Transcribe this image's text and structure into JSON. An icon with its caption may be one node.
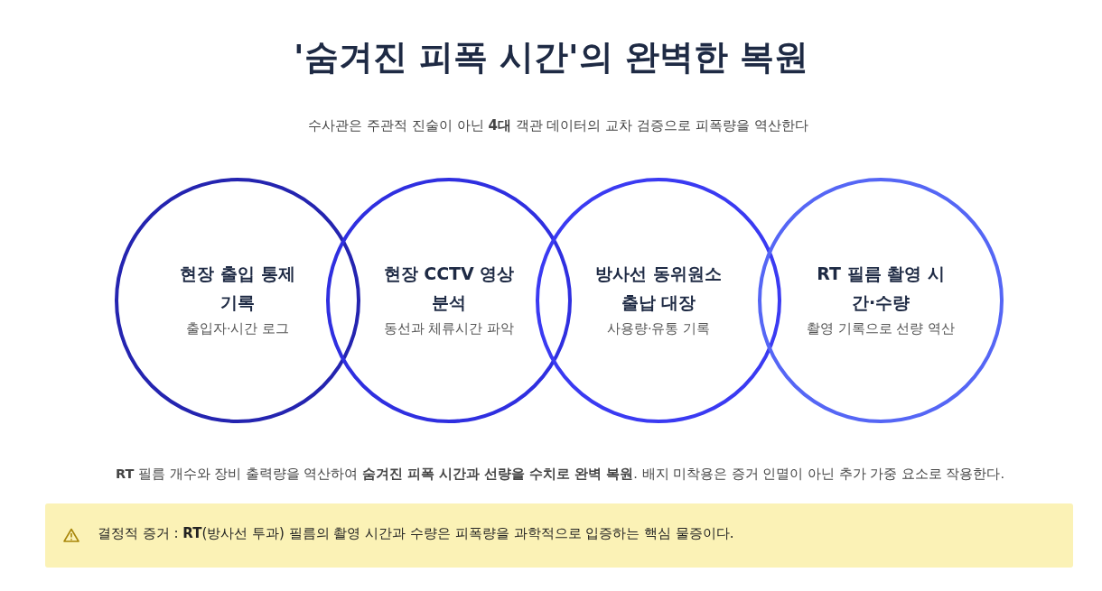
{
  "diagram": {
    "title": "'숨겨진 피폭 시간'의 완벽한 복원",
    "nodes": [
      {
        "text": [
          "현장 출입 통제 기록",
          "출입자·시간 로그"
        ]
      },
      {
        "text": [
          "현장 CCTV 영상 분석",
          "동선과 체류시간 파악"
        ]
      },
      {
        "text": [
          "방사선 동위원소 출납 대장",
          "사용량·유통 기록"
        ]
      },
      {
        "text": [
          "RT 필름 촬영 시간·수량",
          "촬영 기록으로 선량 역산"
        ]
      },
      {
        "text": [
          "결정적 증거 : **RT**(방사선 투과) 필름의 촬영 시간과 수량은 피폭량을 과학적으로 입증하는 핵심 물증이다."
        ]
      }
    ],
    "edges": [],
    "labels": [
      "수사관은 주관적 진술이 아닌 **4대** 객관 데이터의 교차 검증으로 피폭량을 역산한다",
      "**RT** 필름 개수와 장비 출력량을 역산하여 **숨겨진 피폭 시간과 선량을 수치로 완벽 복원**. 배지 미착용은 증거 인멸이 아닌 추가 가중 요소로 작용한다."
    ]
  }
}
